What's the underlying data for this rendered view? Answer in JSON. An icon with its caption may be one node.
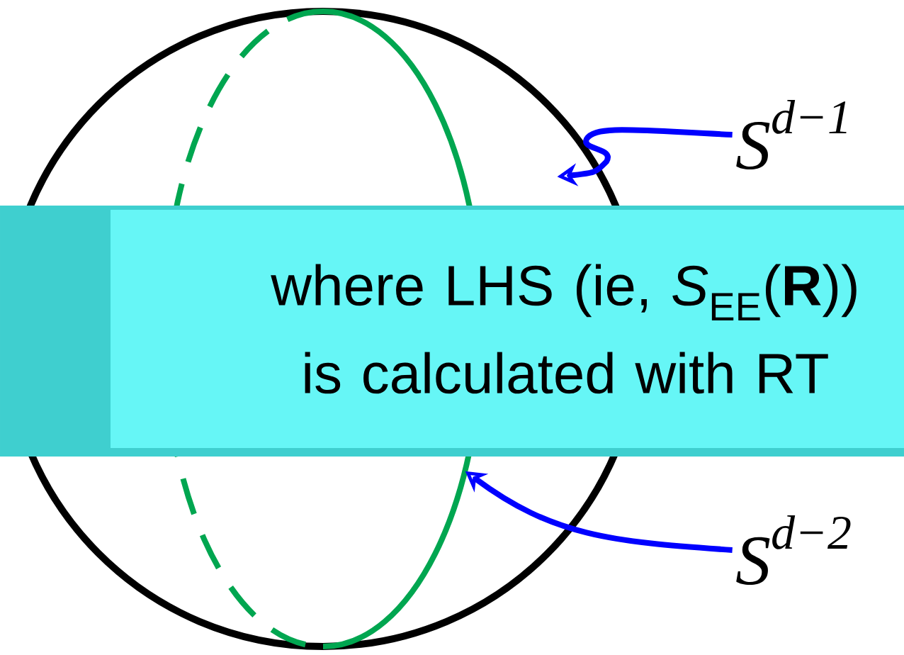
{
  "diagram": {
    "nodes": [
      {
        "text": [],
        "shape": "circle"
      },
      {
        "text": [],
        "shape": "circle",
        "in": 0
      },
      {
        "text": [
          "where LHS (ie, *S*$_{EE}$(**R**)) is calculated with RT"
        ]
      },
      {
        "text": [
          "S$^{d−1}$"
        ]
      },
      {
        "text": [
          "S$^{d−2}$"
        ]
      }
    ],
    "edges": [
      {
        "from": 3,
        "to": 0,
        "arrow": "to",
        "color": "#0000ff"
      },
      {
        "from": 4,
        "to": 1,
        "arrow": "to",
        "color": "#0000ff"
      }
    ]
  }
}
